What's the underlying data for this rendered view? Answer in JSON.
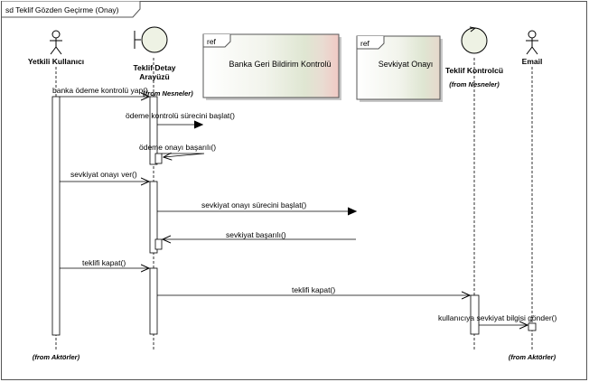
{
  "frame": {
    "title": "sd Teklif Gözden Geçirme (Onay)"
  },
  "lifelines": {
    "yetkili": {
      "name": "Yetkili Kullanıcı",
      "package": "(from Aktörler)"
    },
    "arayuz": {
      "name_line1": "Teklif Detay",
      "name_line2": "Arayüzü",
      "package": "(from Nesneler)"
    },
    "kontrolcu": {
      "name": "Teklif Kontrolcü",
      "package": "(from Nesneler)"
    },
    "email": {
      "name": "Email",
      "package": "(from Aktörler)"
    }
  },
  "refs": {
    "banka": {
      "tag": "ref",
      "label": "Banka Geri Bildirim Kontrolü"
    },
    "sevkiyat": {
      "tag": "ref",
      "label": "Sevkiyat Onayı"
    }
  },
  "messages": {
    "m1": "banka ödeme kontrolü yap()",
    "m2": "ödeme kontrolü sürecini başlat()",
    "m3": "ödeme onayı başarılı()",
    "m4": "sevkiyat onayı ver()",
    "m5": "sevkiyat onayı sürecini başlat()",
    "m6": "sevkiyat başarılı()",
    "m7": "teklifi kapat()",
    "m8": "teklifi kapat()",
    "m9": "kullanıcıya sevkiyat bilgisi gönder()"
  }
}
